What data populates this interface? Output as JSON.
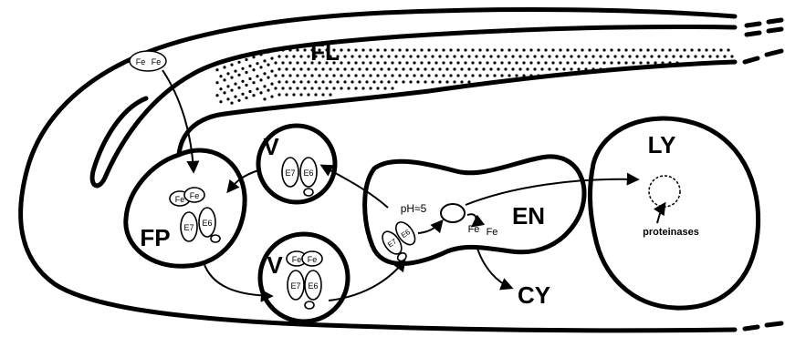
{
  "labels": {
    "fl": "FL",
    "fp": "FP",
    "v_top": "V",
    "v_bottom": "V",
    "en": "EN",
    "ly": "LY",
    "cy": "CY",
    "ph": "pH≈5",
    "proteinases": "proteinases"
  },
  "iron": {
    "entering_left": "Fe",
    "entering_right": "Fe",
    "fp_left": "Fe",
    "fp_right": "Fe",
    "vb_left": "Fe",
    "vb_right": "Fe",
    "released_left": "Fe",
    "released_right": "Fe"
  },
  "receptor_subunits": {
    "fp_e7": "E7",
    "fp_e6": "E6",
    "vt_e7": "E7",
    "vt_e6": "E6",
    "vb_e7": "E7",
    "vb_e6": "E6",
    "en_e7": "E7",
    "en_e6": "E6"
  }
}
